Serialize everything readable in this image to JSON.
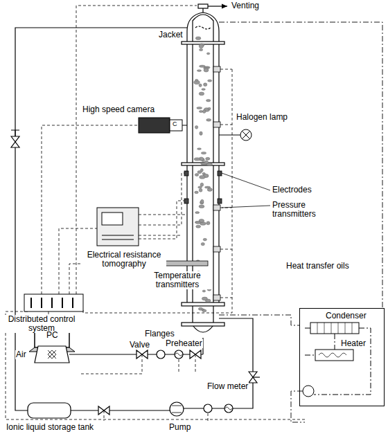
{
  "diagram": {
    "nodes": [
      {
        "text": [
          "Condenser",
          "Heater"
        ]
      }
    ],
    "labels": [
      "Venting",
      "Jacket",
      "High speed camera",
      "C",
      "Halogen lamp",
      "Electrodes",
      "Electrical resistance tomography",
      "Pressure transmitters",
      "Temperature transmitters",
      "Distributed control system",
      "Heat transfer oils",
      "PC",
      "Flanges",
      "Preheater",
      "Valve",
      "Air",
      "Flow meter",
      "Ionic liquid storage tank",
      "Pump"
    ]
  }
}
